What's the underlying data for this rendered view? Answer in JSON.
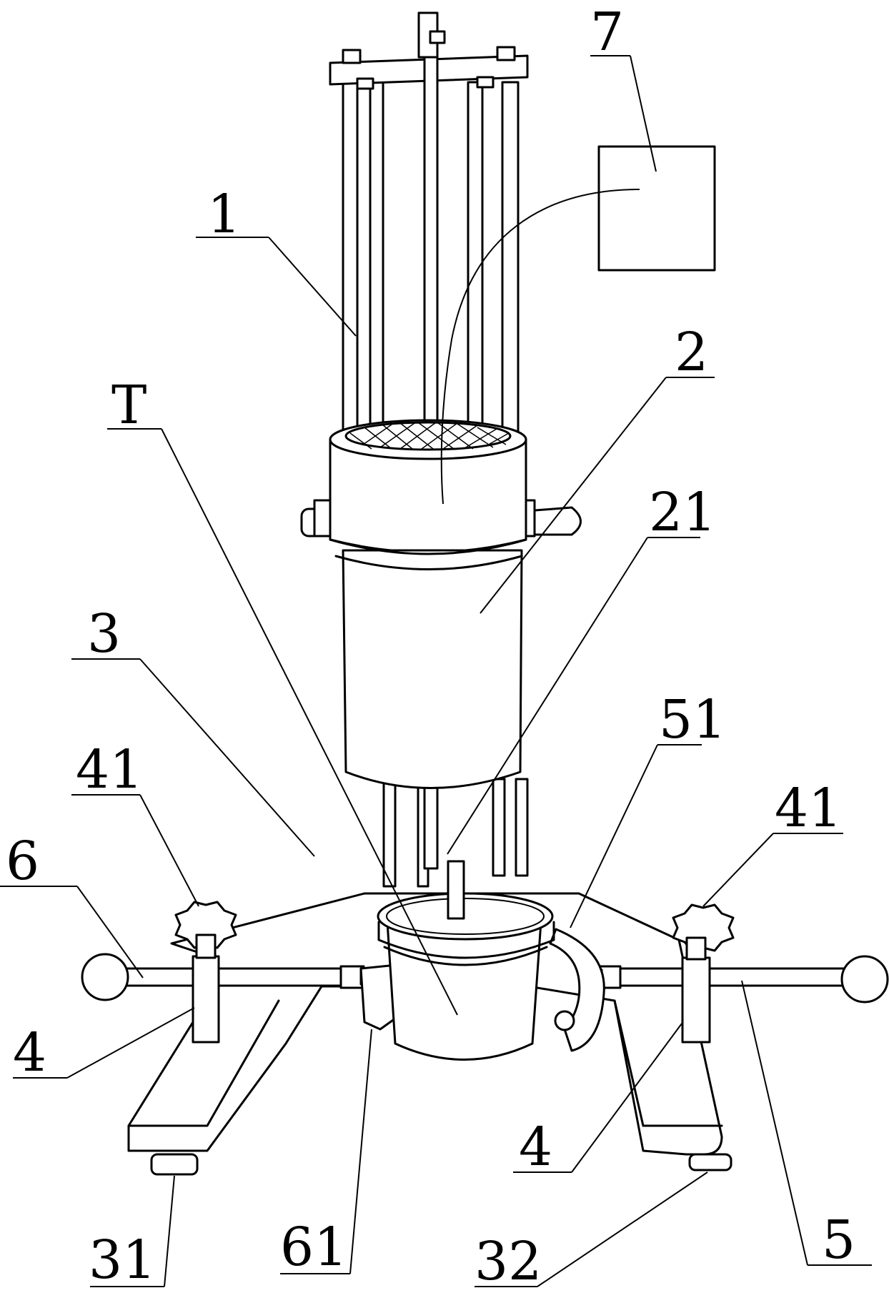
{
  "labels": {
    "n7": "7",
    "n1": "1",
    "n2": "2",
    "nT": "T",
    "n21": "21",
    "n3": "3",
    "n51": "51",
    "n41_left": "41",
    "n41_right": "41",
    "n6": "6",
    "n4_left": "4",
    "n4_right": "4",
    "n31": "31",
    "n61": "61",
    "n32": "32",
    "n5": "5"
  }
}
